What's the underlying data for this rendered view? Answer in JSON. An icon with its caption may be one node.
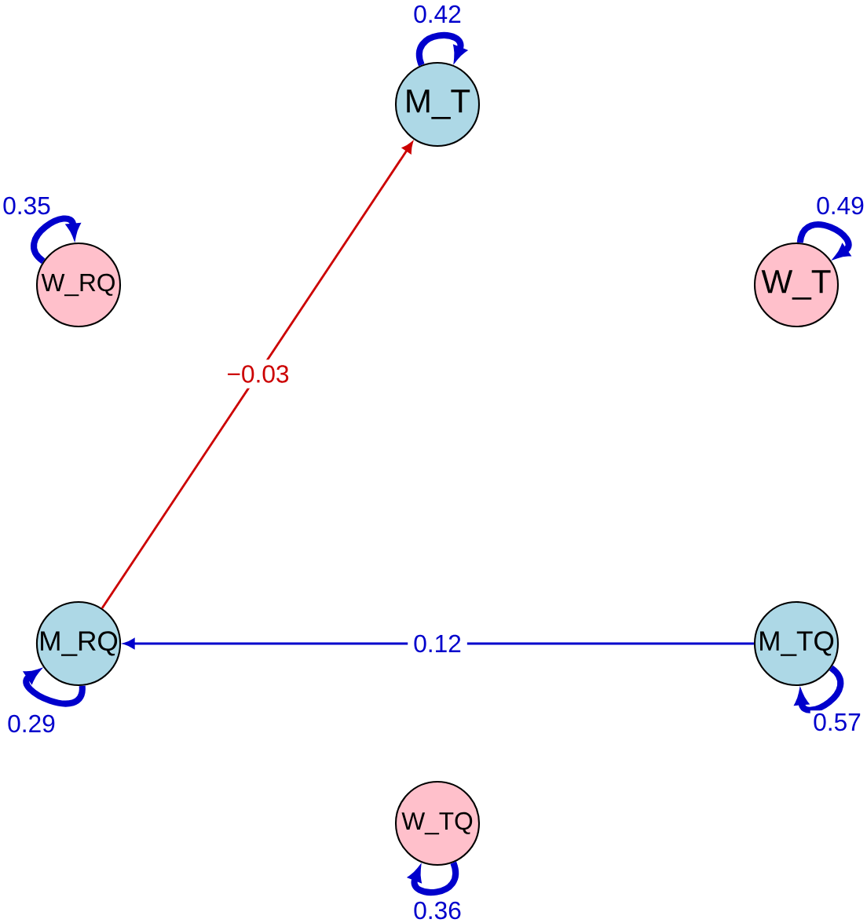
{
  "diagram": {
    "nodes": [
      {
        "text": [
          "M_T"
        ]
      },
      {
        "text": [
          "W_RQ"
        ]
      },
      {
        "text": [
          "W_T"
        ]
      },
      {
        "text": [
          "M_RQ"
        ]
      },
      {
        "text": [
          "M_TQ"
        ]
      },
      {
        "text": [
          "W_TQ"
        ]
      }
    ],
    "edges": [
      {
        "from": 3,
        "to": 0,
        "arrow": "to",
        "label": "−0.03",
        "color": "#cc0000"
      },
      {
        "from": 4,
        "to": 3,
        "arrow": "to",
        "label": "0.12"
      },
      {
        "from": 0,
        "to": 0,
        "arrow": "to",
        "label": "0.42"
      },
      {
        "from": 1,
        "to": 1,
        "arrow": "to",
        "label": "0.35"
      },
      {
        "from": 2,
        "to": 2,
        "arrow": "to",
        "label": "0.49"
      },
      {
        "from": 3,
        "to": 3,
        "arrow": "to",
        "label": "0.29"
      },
      {
        "from": 4,
        "to": 4,
        "arrow": "to",
        "label": "0.57"
      },
      {
        "from": 5,
        "to": 5,
        "arrow": "to",
        "label": "0.36"
      }
    ]
  }
}
